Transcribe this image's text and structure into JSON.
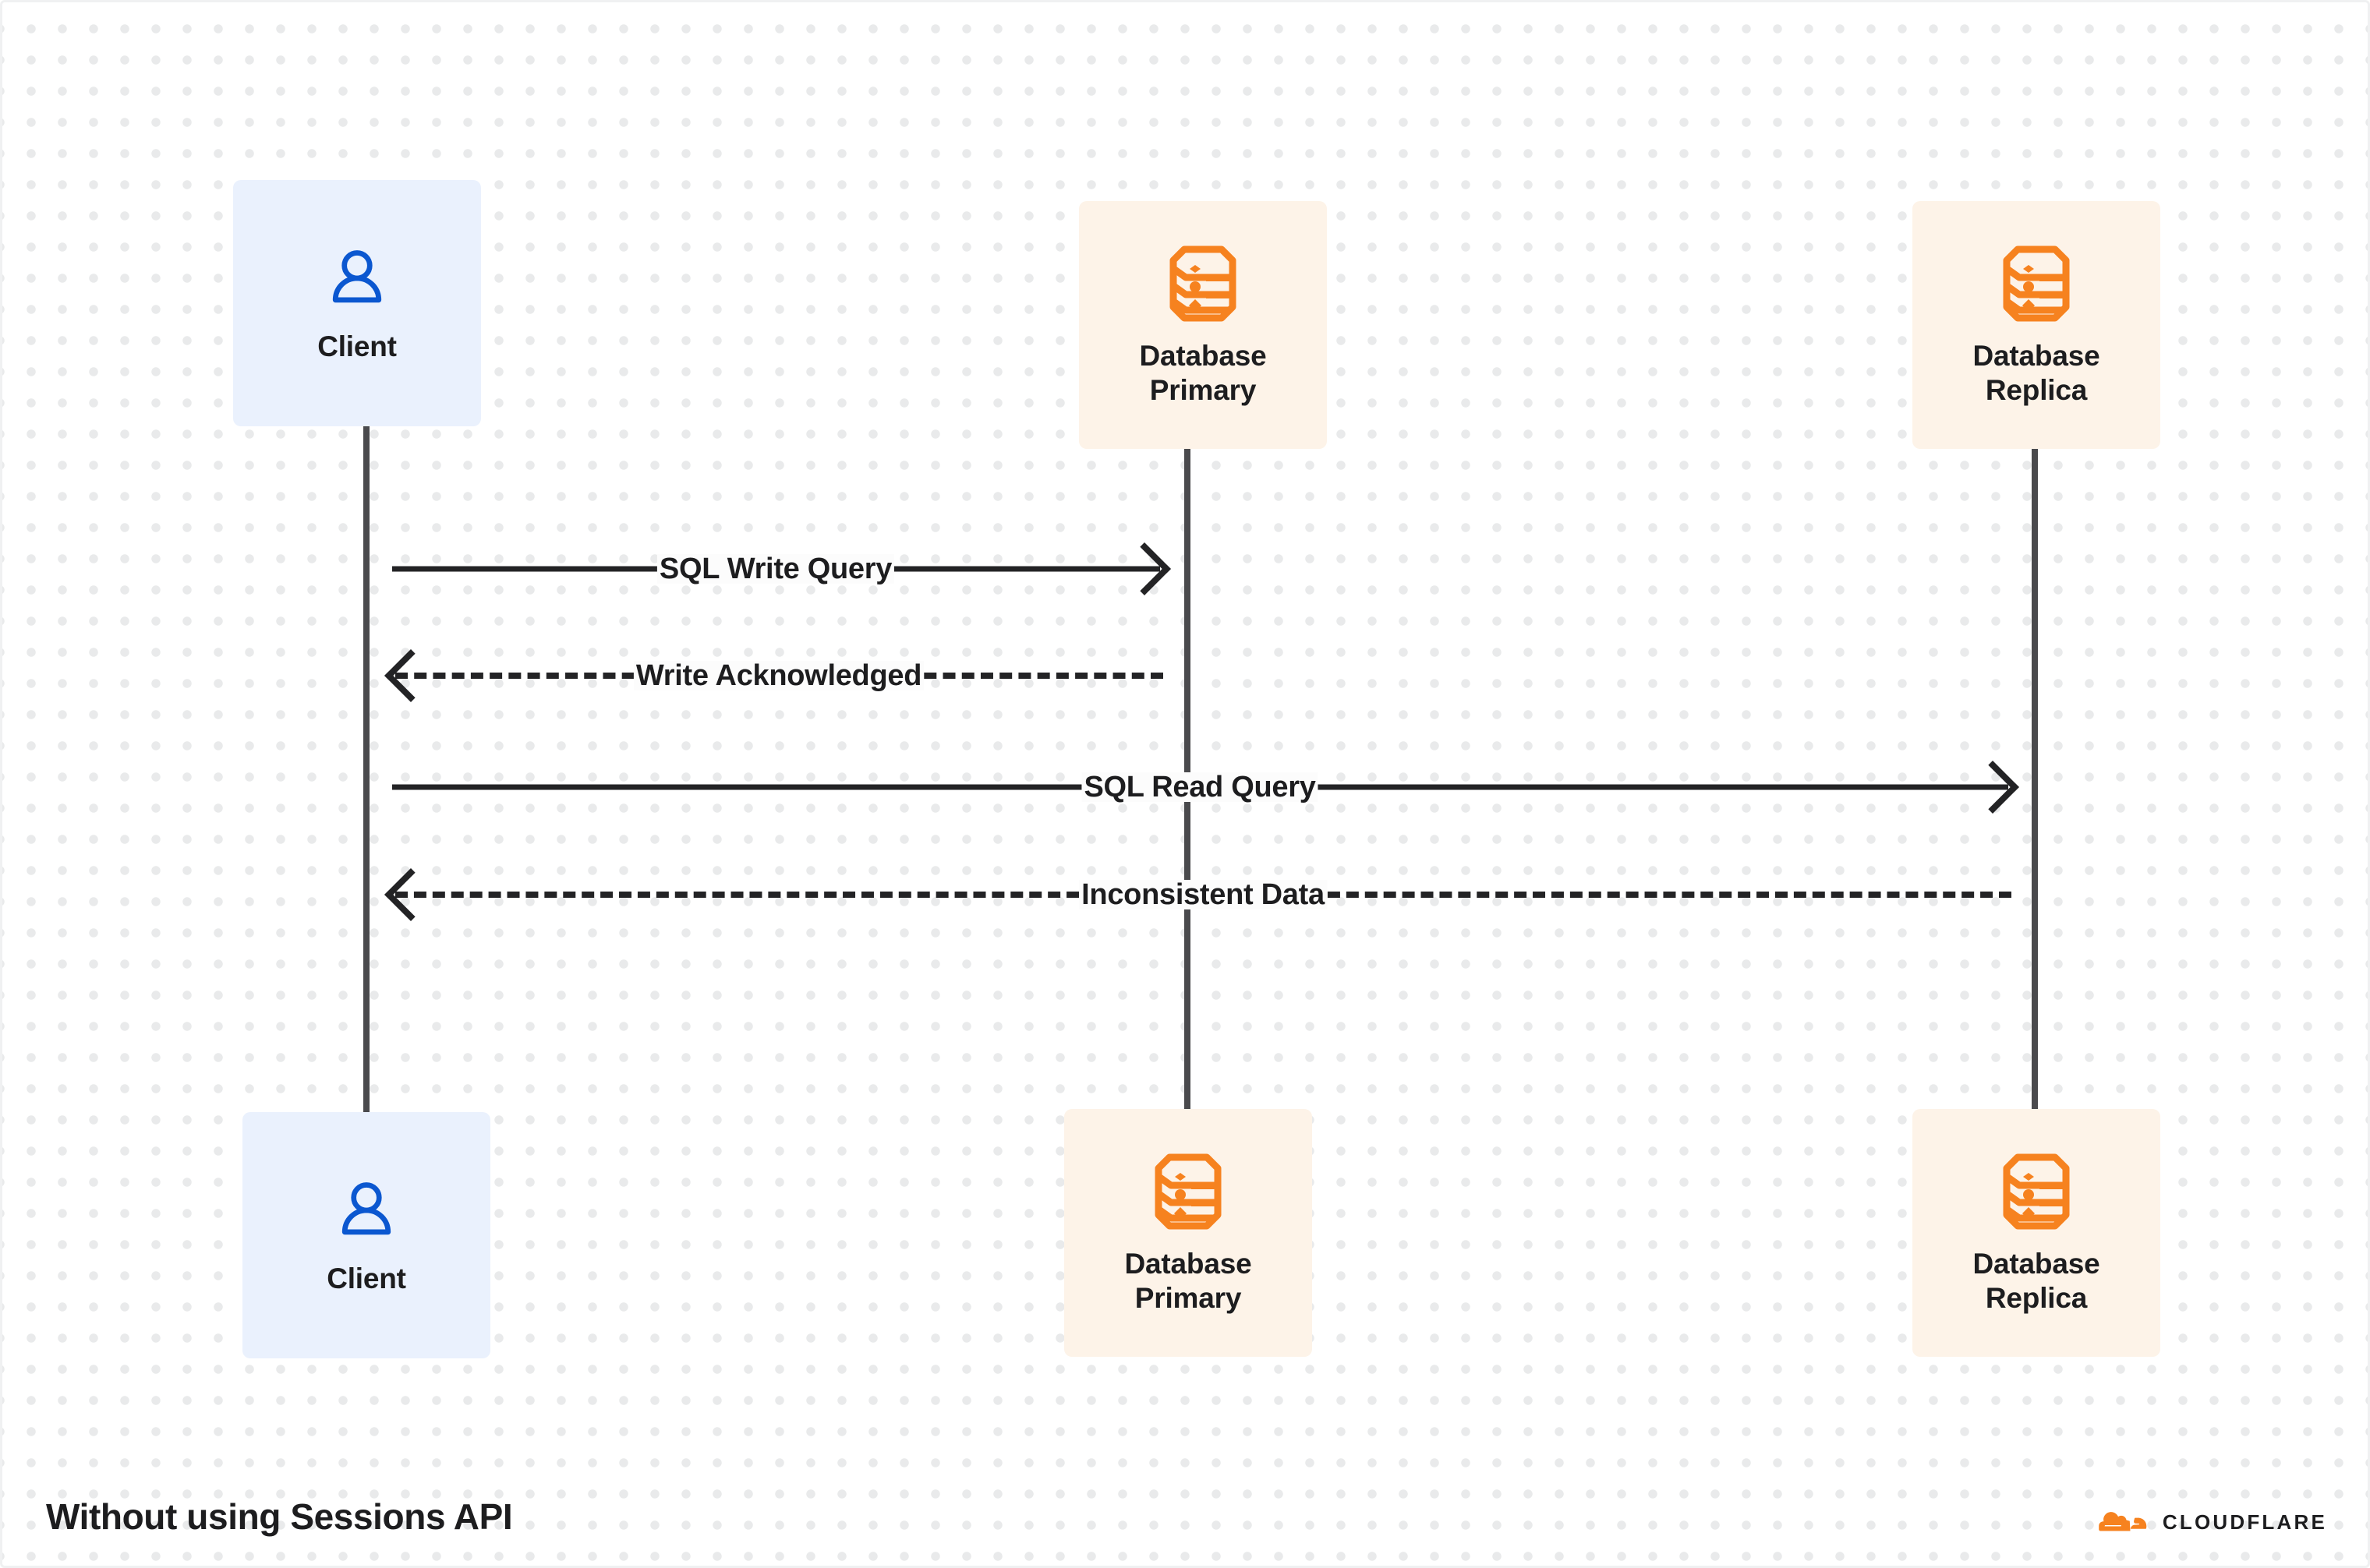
{
  "diagram": {
    "type": "sequence-diagram",
    "footer_title": "Without using Sessions API",
    "brand": {
      "name": "CLOUDFLARE",
      "logo_icon": "cloudflare-cloud-icon",
      "logo_color": "#f6821f"
    },
    "colors": {
      "client_box": "#eaf1fd",
      "client_icon": "#0b57d0",
      "db_box": "#fdf3e8",
      "db_icon": "#f6821f",
      "lifeline": "#4a4a4d",
      "text": "#1d1d1f",
      "arrow": "#232325",
      "dot_grid": "#e9eaeb"
    },
    "participants": [
      {
        "id": "client",
        "label": "Client",
        "icon": "user-icon",
        "kind": "client"
      },
      {
        "id": "primary",
        "label": "Database\nPrimary",
        "icon": "database-icon",
        "kind": "db"
      },
      {
        "id": "replica",
        "label": "Database\nReplica",
        "icon": "database-icon",
        "kind": "db"
      }
    ],
    "messages": [
      {
        "id": "m1",
        "label": "SQL Write Query",
        "from": "client",
        "to": "primary",
        "direction": "right",
        "style": "solid"
      },
      {
        "id": "m2",
        "label": "Write Acknowledged",
        "from": "primary",
        "to": "client",
        "direction": "left",
        "style": "dashed"
      },
      {
        "id": "m3",
        "label": "SQL Read Query",
        "from": "client",
        "to": "replica",
        "direction": "right",
        "style": "solid"
      },
      {
        "id": "m4",
        "label": "Inconsistent Data",
        "from": "replica",
        "to": "client",
        "direction": "left",
        "style": "dashed"
      }
    ]
  }
}
